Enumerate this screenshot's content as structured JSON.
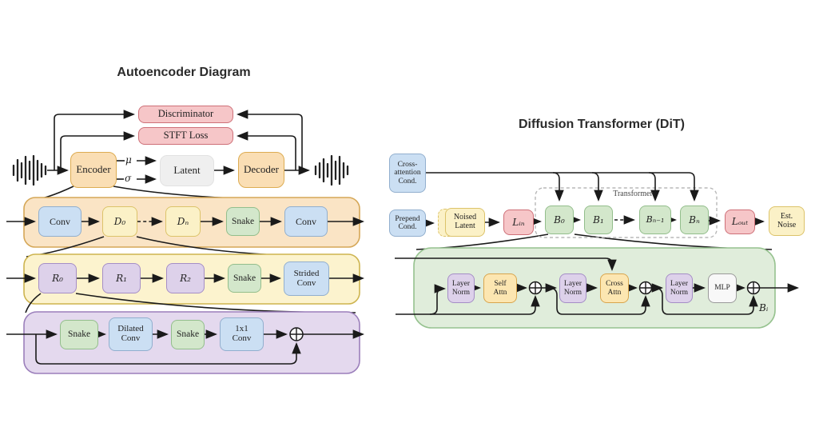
{
  "colors": {
    "line": "#1a1a1a",
    "blue_fill": "#CBDFF3",
    "blue_border": "#92AFCE",
    "yellow_fill": "#FBF1C7",
    "yellow_border": "#DCC36A",
    "green_fill": "#D3E7CB",
    "green_border": "#93BE8C",
    "purple_fill": "#DDD1EA",
    "purple_border": "#A58EC6",
    "pink_fill": "#F6C6C8",
    "pink_border": "#CE7078",
    "orange_fill": "#FADEB4",
    "orange_border": "#DDAC52",
    "gray_fill": "#EFEFEF",
    "container_orange": "#FAE4C5",
    "container_orange_border": "#D5A757",
    "container_yellow": "#FCF3CE",
    "container_yellow_border": "#CDB44F",
    "container_purple": "#E4D9EE",
    "container_purple_border": "#9B7FBB",
    "container_green": "#E0EDDB",
    "container_green_border": "#96C28F",
    "dashed_outline_gray": "#B8B8B8"
  },
  "left": {
    "title": "Autoencoder Diagram",
    "discriminator": "Discriminator",
    "stft_loss": "STFT Loss",
    "encoder": "Encoder",
    "mu": "μ",
    "sigma": "σ",
    "latent": "Latent",
    "decoder": "Decoder",
    "encoder_detail": {
      "conv_in": "Conv",
      "d0": "D₀",
      "dn": "Dₙ",
      "snake": "Snake",
      "conv_out": "Conv"
    },
    "decoder_block_detail": {
      "r0": "R₀",
      "r1": "R₁",
      "r2": "R₂",
      "snake": "Snake",
      "strided_conv": "Strided\nConv"
    },
    "residual_unit_detail": {
      "snake_a": "Snake",
      "dilated_conv": "Dilated\nConv",
      "snake_b": "Snake",
      "conv_1x1": "1x1\nConv"
    }
  },
  "right": {
    "title": "Diffusion Transformer (DiT)",
    "cross_attention_cond": "Cross-\nattention\nCond.",
    "prepend_cond": "Prepend\nCond.",
    "noised_latent": "Noised\nLatent",
    "l_in": "Lᵢₙ",
    "transformer_label": "Transformer",
    "b0": "B₀",
    "b1": "B₁",
    "bn_minus_1": "Bₙ₋₁",
    "bn": "Bₙ",
    "l_out": "Lₒᵤₜ",
    "est_noise": "Est.\nNoise",
    "block_detail": {
      "layer_norm": "Layer\nNorm",
      "self_attn": "Self\nAttn",
      "cross_attn": "Cross\nAttn",
      "mlp": "MLP",
      "b_i": "Bᵢ"
    }
  }
}
